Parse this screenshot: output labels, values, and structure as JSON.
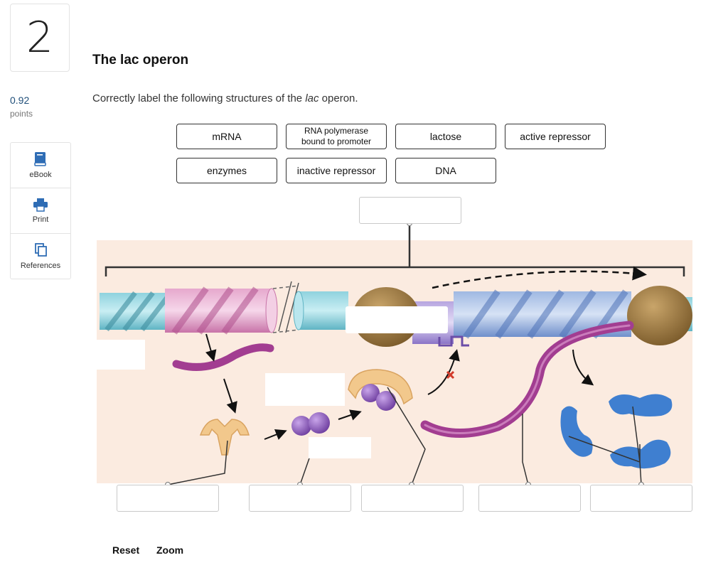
{
  "question": {
    "number": "2",
    "points_value": "0.92",
    "points_label": "points"
  },
  "tools": [
    {
      "label": "eBook",
      "icon": "book-icon"
    },
    {
      "label": "Print",
      "icon": "printer-icon"
    },
    {
      "label": "References",
      "icon": "copy-pages-icon"
    }
  ],
  "title": "The lac operon",
  "instruction": {
    "before": "Correctly label the following structures of the ",
    "italic": "lac",
    "after": " operon."
  },
  "labels": [
    {
      "text": "mRNA"
    },
    {
      "line1": "RNA polymerase",
      "line2": "bound to promoter"
    },
    {
      "text": "lactose"
    },
    {
      "text": "active repressor"
    },
    {
      "text": "enzymes"
    },
    {
      "text": "inactive repressor"
    },
    {
      "text": "DNA"
    }
  ],
  "footer": {
    "reset": "Reset",
    "zoom": "Zoom"
  },
  "colors": {
    "accent_blue": "#2f6db5",
    "panel_bg": "#fbebe0",
    "mrna": "#a23d91",
    "lactose": "#8a5bb5",
    "enzyme": "#3f7fd0",
    "repressor": "#f2c88c",
    "polymerase": "#8c6a34"
  }
}
